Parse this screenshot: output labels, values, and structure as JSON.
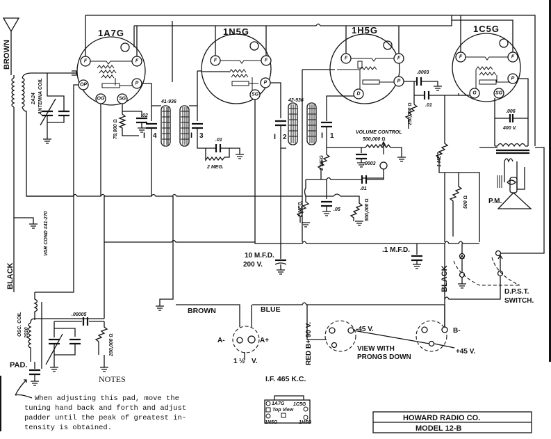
{
  "tubes": [
    {
      "name": "1A7G",
      "pins": [
        "F",
        "F",
        "OP",
        "P",
        "OG",
        "SG"
      ]
    },
    {
      "name": "1N5G",
      "pins": [
        "F",
        "F",
        "P",
        "SG"
      ]
    },
    {
      "name": "1H5G",
      "pins": [
        "F",
        "F",
        "P",
        "D"
      ]
    },
    {
      "name": "1C5G",
      "pins": [
        "F",
        "F",
        "P",
        "G",
        "SG"
      ]
    }
  ],
  "wire_colors": {
    "antenna_lead": "BROWN",
    "ground_lead": "BLACK",
    "a_minus_lead": "BROWN",
    "a_plus_lead": "BLUE",
    "b_plus_lead": "RED B+ 90 V.",
    "switch_lead": "BLACK"
  },
  "components": {
    "antenna_coil": "2A24",
    "antenna_coil_label": "ANTENNA COIL",
    "var_cond": "VAR COND #41-270",
    "osc_coil_label": "OSC. COIL",
    "osc_coil": "2010",
    "pad_label": "PAD.",
    "r_70000": "70,000 Ω",
    "c_02": ".02",
    "c_00005": ".00005",
    "r_200000": "200,000 Ω",
    "if_transformer_1": "41-936",
    "if_transformer_2": "42-936",
    "trimmer_4": "4",
    "trimmer_3": "3",
    "trimmer_2": "2",
    "trimmer_1": "1",
    "c_01_avc": ".01",
    "r_2meg_avc": "2 MEG.",
    "volume_control_label": "VOLUME CONTROL",
    "volume_control_value": "500,000 Ω",
    "c_0003_det": ".0003",
    "r_2meg_det": "2 MEG",
    "c_01_coupling": ".01",
    "r_2meg_grid": "2 MEG.",
    "c_05": ".05",
    "r_500000": "500,000 Ω",
    "c_0003_plate": ".0003",
    "c_01_output": ".01",
    "r_250000": "250,000 Ω",
    "r_1meg": "1 MEG",
    "r_500": "500 Ω",
    "c_006": ".006",
    "c_006_voltage": "400 V.",
    "speaker": "P.M.",
    "filter_cap_value": "10 M.F.D.",
    "filter_cap_voltage": "200 V.",
    "bypass_cap": ".1 M.F.D.",
    "switch": "D.P.S.T.",
    "switch_word": "SWITCH."
  },
  "batteries": {
    "a_minus": "A-",
    "a_plus": "A+",
    "a_voltage_num": "1",
    "a_voltage_frac": "½",
    "a_voltage_unit": "V.",
    "minus_45": "-45 V.",
    "plus_45": "+45 V.",
    "b_minus": "B-",
    "view_line1": "VIEW WITH",
    "view_line2": "PRONGS DOWN"
  },
  "if_frequency": "I.F.  465 K.C.",
  "layout_view": {
    "label": "Top View",
    "tubes": [
      "1A7G",
      "1C5G",
      "1N5G",
      "1H5G"
    ]
  },
  "notes": {
    "heading": "NOTES",
    "lines": [
      "When adjusting this pad, move the",
      "tuning hand back and forth and adjust",
      "padder until the peak of greatest in-",
      "tensity is obtained."
    ]
  },
  "title_block": {
    "company": "HOWARD RADIO CO.",
    "model": "MODEL 12-B"
  }
}
